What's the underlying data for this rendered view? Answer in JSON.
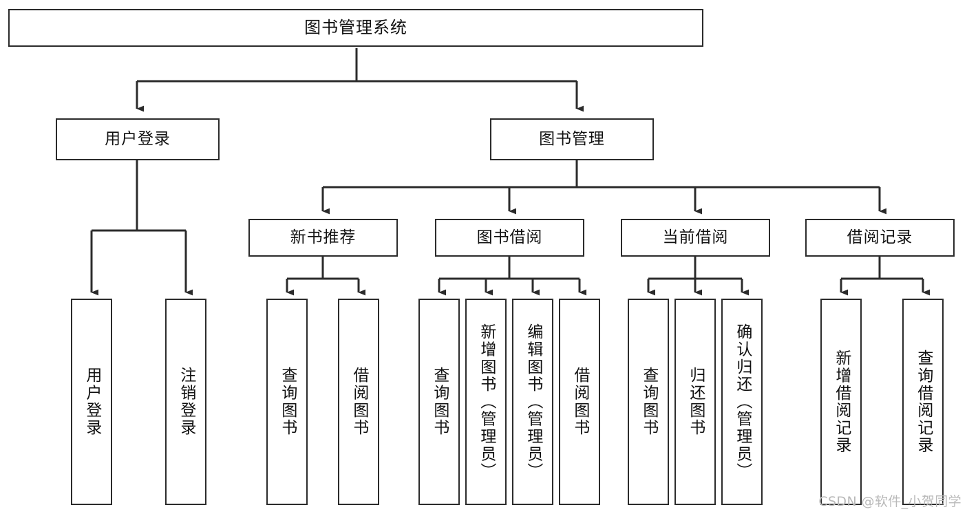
{
  "diagram": {
    "type": "tree",
    "title": "图书管理系统",
    "watermark": "CSDN @软件_小贺同学",
    "colors": {
      "box_border": "#2b2b2b",
      "box_fill": "#ffffff",
      "edge": "#2b2b2b",
      "text": "#111111",
      "watermark": "#b9b9b9",
      "background": "#ffffff"
    },
    "nodes": {
      "root": {
        "label": "图书管理系统"
      },
      "level1": [
        {
          "id": "user-login",
          "label": "用户登录"
        },
        {
          "id": "book-manage",
          "label": "图书管理"
        }
      ],
      "level2": [
        {
          "id": "new-book-recommend",
          "label": "新书推荐"
        },
        {
          "id": "book-borrow",
          "label": "图书借阅"
        },
        {
          "id": "current-borrow",
          "label": "当前借阅"
        },
        {
          "id": "borrow-record",
          "label": "借阅记录"
        }
      ],
      "leaves": {
        "user_login": [
          {
            "id": "leaf-user-login",
            "label": "用户登录"
          },
          {
            "id": "leaf-logout-login",
            "label": "注销登录"
          }
        ],
        "new_book_recommend": [
          {
            "id": "leaf-query-book-1",
            "label": "查询图书"
          },
          {
            "id": "leaf-borrow-book-1",
            "label": "借阅图书"
          }
        ],
        "book_borrow": [
          {
            "id": "leaf-query-book-2",
            "label": "查询图书"
          },
          {
            "id": "leaf-add-book",
            "label": "新增图书（管理员）"
          },
          {
            "id": "leaf-edit-book",
            "label": "编辑图书（管理员）"
          },
          {
            "id": "leaf-borrow-book-2",
            "label": "借阅图书"
          }
        ],
        "current_borrow": [
          {
            "id": "leaf-query-book-3",
            "label": "查询图书"
          },
          {
            "id": "leaf-return-book",
            "label": "归还图书"
          },
          {
            "id": "leaf-confirm-return",
            "label": "确认归还（管理员）"
          }
        ],
        "borrow_record": [
          {
            "id": "leaf-add-borrow-record",
            "label": "新增借阅记录"
          },
          {
            "id": "leaf-query-borrow-record",
            "label": "查询借阅记录"
          }
        ]
      }
    }
  }
}
